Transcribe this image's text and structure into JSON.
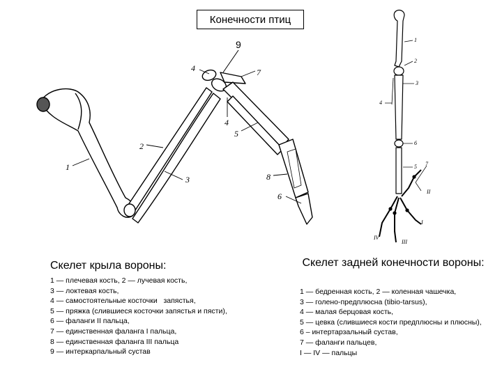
{
  "title": "Конечности птиц",
  "callout_number": "9",
  "wing": {
    "heading": "Скелет крыла вороны:",
    "labels": [
      "1",
      "2",
      "3",
      "4",
      "4",
      "5",
      "6",
      "7",
      "8"
    ],
    "legend": [
      "1 — плечевая кость, 2 — лучевая кость,",
      "3 — локтевая кость,",
      "4 — самостоятельные косточки   запястья,",
      "5 — пряжка (слившиеся косточки запястья и пясти),",
      "6 — фаланги II пальца,",
      "7 — единственная фаланга I пальца,",
      "8 — единственная фаланга III пальца",
      "9 — интеркарпальный сустав"
    ]
  },
  "leg": {
    "heading": "Скелет задней конечности вороны:",
    "labels": [
      "1",
      "2",
      "3",
      "4",
      "5",
      "6",
      "7",
      "I",
      "II",
      "III",
      "IV"
    ],
    "legend": [
      "1 — бедренная кость, 2 — коленная чашечка,",
      "3 — голено-предплюсна (tibio-tarsus),",
      "4 — малая берцовая кость,",
      "5 — цевка (слившиеся кости предплюсны и плюсны),",
      "6 – интертарзальный сустав,",
      "7 — фаланги пальцев,",
      "I — IV — пальцы"
    ]
  }
}
